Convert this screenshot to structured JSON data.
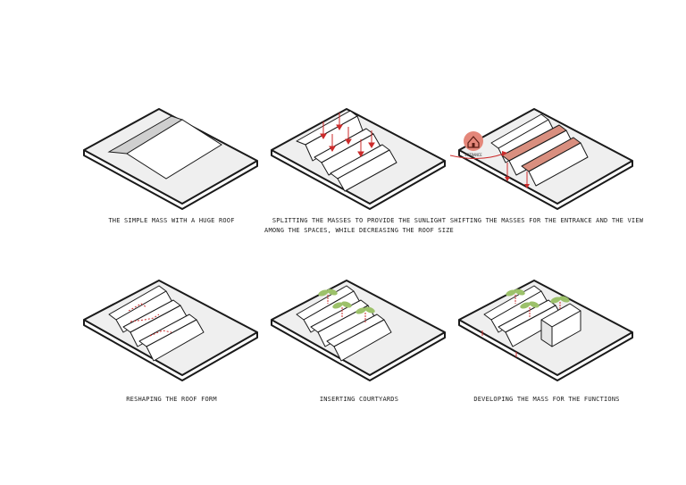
{
  "colors": {
    "stroke": "#1a1a1a",
    "base_fill": "#efefef",
    "roof_fill": "#ffffff",
    "shade_fill": "#d8d8d8",
    "accent_red": "#cc2b2b",
    "entrance_circle": "#e4877a",
    "entrance_fill": "#d98f7f",
    "plant_green": "#9cc16a"
  },
  "icons": [
    "downward-arrow-icon",
    "entrance-house-icon",
    "plant-leaf-icon"
  ],
  "panels": [
    {
      "caption_lines": [
        "THE SIMPLE MASS WITH A HUGE ROOF"
      ]
    },
    {
      "caption_lines": [
        "SPLITTING THE MASSES TO PROVIDE THE SUNLIGHT",
        "AMONG THE SPACES, WHILE DECREASING THE ROOF SIZE"
      ]
    },
    {
      "caption_lines": [
        "SHIFTING THE MASSES FOR THE ENTRANCE AND THE VIEW"
      ],
      "entrance_label": "ENTRANCE"
    },
    {
      "caption_lines": [
        "RESHAPING THE ROOF FORM"
      ]
    },
    {
      "caption_lines": [
        "INSERTING COURTYARDS"
      ]
    },
    {
      "caption_lines": [
        "DEVELOPING THE MASS FOR THE FUNCTIONS"
      ]
    }
  ]
}
